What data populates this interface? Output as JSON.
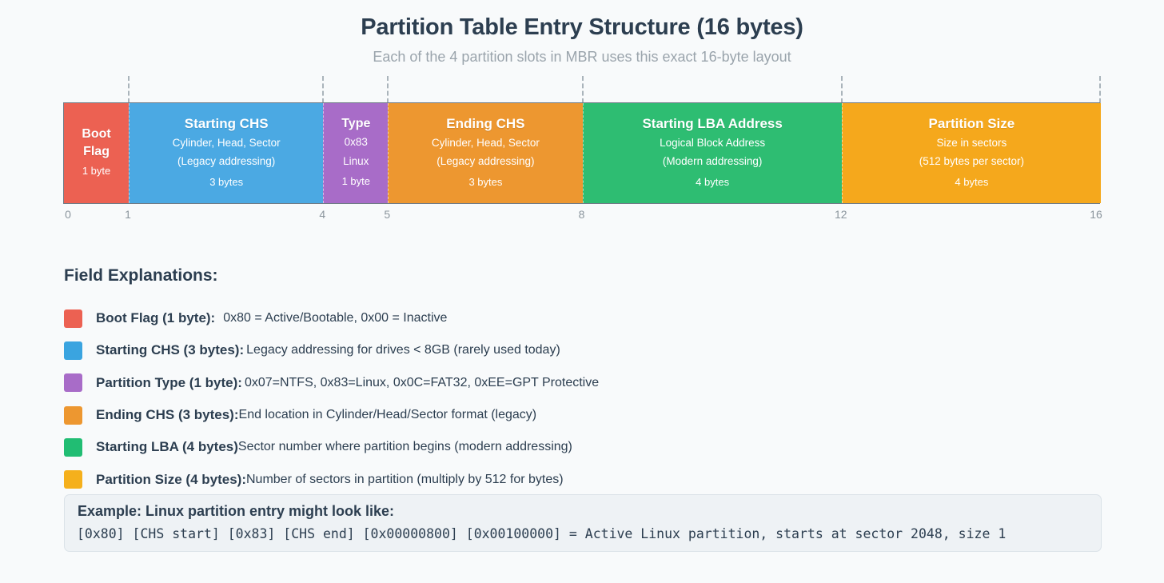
{
  "header": {
    "title": "Partition Table Entry Structure (16 bytes)",
    "subtitle": "Each of the 4 partition slots in MBR uses this exact 16-byte layout"
  },
  "diagram": {
    "total_bytes": 16,
    "tick_positions": [
      1,
      4,
      5,
      8,
      12,
      16
    ],
    "ruler_labels": [
      {
        "value": "0",
        "byte": 0
      },
      {
        "value": "1",
        "byte": 1
      },
      {
        "value": "4",
        "byte": 4
      },
      {
        "value": "5",
        "byte": 5
      },
      {
        "value": "8",
        "byte": 8
      },
      {
        "value": "12",
        "byte": 12
      },
      {
        "value": "16",
        "byte": 16
      }
    ],
    "segments": [
      {
        "name": "Boot\nFlag",
        "name_line1": "Boot",
        "name_line2": "Flag",
        "desc_lines": [],
        "size": "1 byte",
        "bytes": 1,
        "color": "#ec6152"
      },
      {
        "name": "Starting CHS",
        "desc_lines": [
          "Cylinder, Head, Sector",
          "(Legacy addressing)"
        ],
        "size": "3 bytes",
        "bytes": 3,
        "color": "#4ba9e3"
      },
      {
        "name": "Type",
        "desc_lines": [
          "0x83",
          "Linux"
        ],
        "size": "1 byte",
        "bytes": 1,
        "color": "#a86cc8"
      },
      {
        "name": "Ending CHS",
        "desc_lines": [
          "Cylinder, Head, Sector",
          "(Legacy addressing)"
        ],
        "size": "3 bytes",
        "bytes": 3,
        "color": "#ed9730"
      },
      {
        "name": "Starting LBA Address",
        "desc_lines": [
          "Logical Block Address",
          "(Modern addressing)"
        ],
        "size": "4 bytes",
        "bytes": 4,
        "color": "#2ebd72"
      },
      {
        "name": "Partition Size",
        "desc_lines": [
          "Size in sectors",
          "(512 bytes per sector)"
        ],
        "size": "4 bytes",
        "bytes": 4,
        "color": "#f5a81c"
      }
    ]
  },
  "explanations": {
    "heading": "Field Explanations:",
    "rows": [
      {
        "color": "#ec6152",
        "label": "Boot Flag (1 byte):",
        "desc": "0x80 = Active/Bootable, 0x00 = Inactive",
        "gap": "wide"
      },
      {
        "color": "#3aa4e0",
        "label": "Starting CHS (3 bytes):",
        "desc": "Legacy addressing for drives < 8GB (rarely used today)",
        "gap": "thin"
      },
      {
        "color": "#a86cc8",
        "label": "Partition Type (1 byte):",
        "desc": "0x07=NTFS, 0x83=Linux, 0x0C=FAT32, 0xEE=GPT Protective",
        "gap": "thin"
      },
      {
        "color": "#ed9730",
        "label": "Ending CHS (3 bytes):",
        "desc": "End location in Cylinder/Head/Sector format (legacy)",
        "gap": "none"
      },
      {
        "color": "#21bd73",
        "label": "Starting LBA (4 bytes)",
        "desc": "Sector number where partition begins (modern addressing)",
        "gap": "none"
      },
      {
        "color": "#f5b01c",
        "label": "Partition Size (4 bytes):",
        "desc": "Number of sectors in partition (multiply by 512 for bytes)",
        "gap": "none"
      }
    ]
  },
  "example": {
    "title": "Example: Linux partition entry might look like:",
    "code": "[0x80] [CHS start] [0x83] [CHS end] [0x00000800] [0x00100000] = Active Linux partition, starts at sector 2048, size 1"
  }
}
